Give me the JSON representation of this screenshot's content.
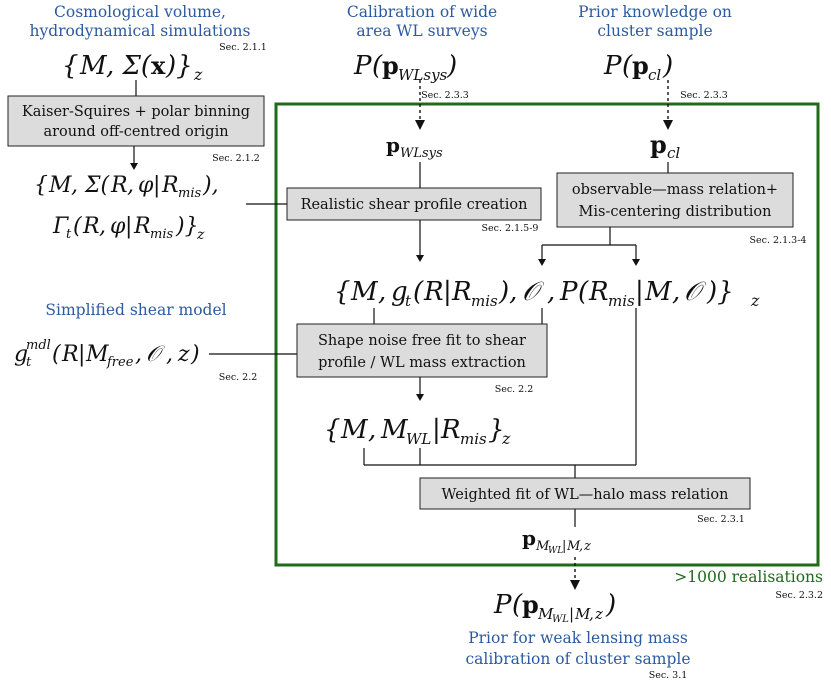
{
  "headers": {
    "cosmo_line1": "Cosmological volume,",
    "cosmo_line2": "hydrodynamical simulations",
    "calib_line1": "Calibration of wide",
    "calib_line2": "area WL surveys",
    "prior_line1": "Prior knowledge on",
    "prior_line2": "cluster sample",
    "simplified": "Simplified shear model",
    "realisations": ">1000 realisations",
    "output_line1": "Prior for weak lensing mass",
    "output_line2": "calibration of cluster sample"
  },
  "boxes": {
    "ks_line1": "Kaiser-Squires + polar binning",
    "ks_line2": "around off-centred origin",
    "realistic": "Realistic shear profile creation",
    "obs_line1": "observable—mass relation+",
    "obs_line2": "Mis-centering distribution",
    "shape_line1": "Shape noise free fit to shear",
    "shape_line2": "profile / WL mass extraction",
    "weighted": "Weighted fit of WL—halo mass relation"
  },
  "sections": {
    "s_cosmo": "Sec. 2.1.1",
    "s_calib": "Sec. 2.3.3",
    "s_prior": "Sec. 2.3.3",
    "s_ks": "Sec. 2.1.2",
    "s_realistic": "Sec. 2.1.5-9",
    "s_obs": "Sec. 2.1.3-4",
    "s_simplified": "Sec. 2.2",
    "s_shape": "Sec. 2.2",
    "s_weighted": "Sec. 2.3.1",
    "s_realisations": "Sec. 2.3.2",
    "s_output": "Sec. 3.1"
  },
  "colors": {
    "blue_text": "#2c5aa0",
    "green_frame": "#1f6b1a",
    "box_fill": "#dcdcdc"
  }
}
